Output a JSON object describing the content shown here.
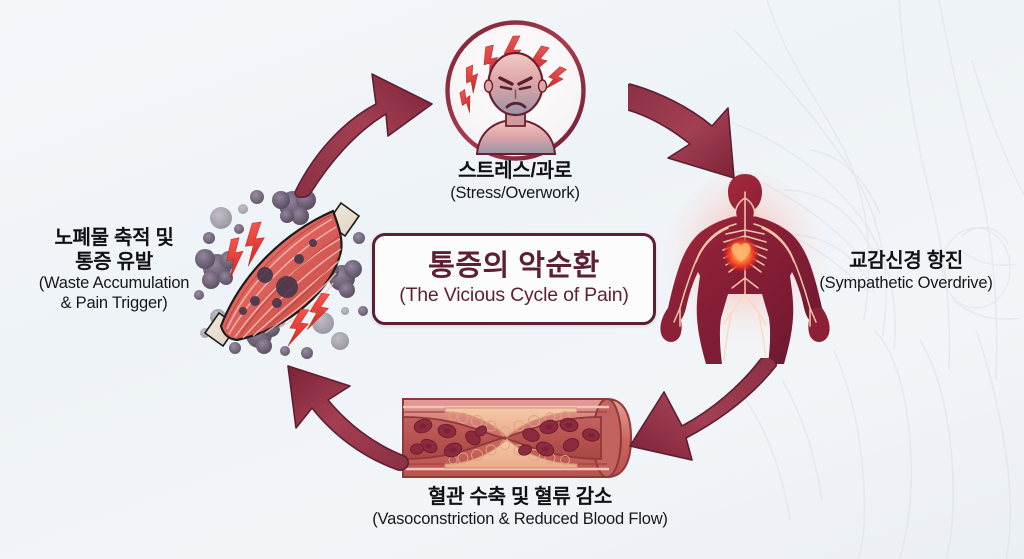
{
  "figure": {
    "type": "cycle-diagram",
    "background_color": "#f1f5f8",
    "accent_color": "#8e3248",
    "center": {
      "title_kr": "통증의 악순환",
      "title_en": "(The Vicious Cycle of Pain)",
      "border_color": "#5c1f33"
    },
    "nodes": [
      {
        "id": "stress",
        "position": "top",
        "label_kr": "스트레스/과로",
        "label_en": "(Stress/Overwork)",
        "icon": "stressed-head-lightning-icon"
      },
      {
        "id": "sympathetic",
        "position": "right",
        "label_kr": "교감신경 항진",
        "label_en": "(Sympathetic Overdrive)",
        "icon": "nervous-system-body-icon"
      },
      {
        "id": "vasoconstriction",
        "position": "bottom",
        "label_kr": "혈관 수축 및 혈류 감소",
        "label_en": "(Vasoconstriction & Reduced Blood Flow)",
        "icon": "constricted-blood-vessel-icon"
      },
      {
        "id": "waste",
        "position": "left",
        "label_kr_line1": "노폐물 축적 및",
        "label_kr_line2": "통증 유발",
        "label_en_line1": "(Waste Accumulation",
        "label_en_line2": "& Pain Trigger)",
        "icon": "inflamed-muscle-waste-icon"
      }
    ],
    "arrows": [
      {
        "id": "waste-to-stress",
        "from": "waste",
        "to": "stress",
        "direction": "up-right"
      },
      {
        "id": "stress-to-sympathetic",
        "from": "stress",
        "to": "sympathetic",
        "direction": "down-right"
      },
      {
        "id": "sympathetic-to-vaso",
        "from": "sympathetic",
        "to": "vasoconstriction",
        "direction": "down-left"
      },
      {
        "id": "vaso-to-waste",
        "from": "vasoconstriction",
        "to": "waste",
        "direction": "up-left"
      }
    ]
  }
}
